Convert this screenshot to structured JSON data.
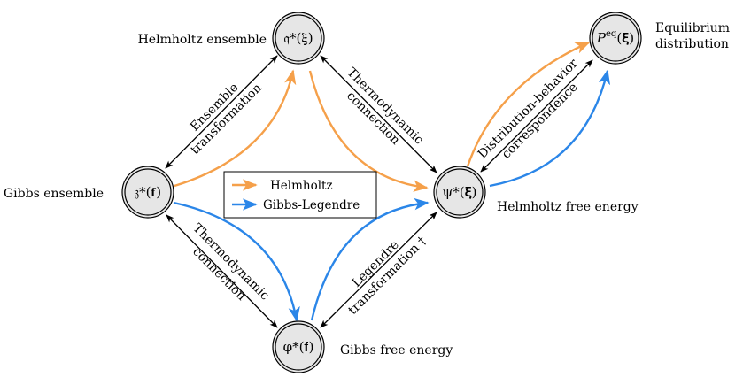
{
  "colors": {
    "helmholtz": "#F5A04A",
    "gibbs_legendre": "#2B86E8",
    "black": "#000000",
    "node_fill": "#E6E6E6"
  },
  "nodes": {
    "q": {
      "symbol": "𝔮*(𝛏)",
      "label": "Helmholtz ensemble"
    },
    "z": {
      "symbol": "𝔷*(𝐟)",
      "label": "Gibbs ensemble"
    },
    "psi": {
      "symbol": "ψ*(𝛏)",
      "label": "Helmholtz free energy"
    },
    "phi": {
      "symbol": "φ*(𝐟)",
      "label": "Gibbs free energy"
    },
    "peq": {
      "symbol_main": "P",
      "symbol_sup": "eq",
      "symbol_tail": "(𝛏)",
      "label_line1": "Equilibrium",
      "label_line2": "distribution"
    }
  },
  "edges": {
    "z_q": {
      "line1": "Ensemble",
      "line2": "transformation"
    },
    "q_psi": {
      "line1": "Thermodynamic",
      "line2": "connection"
    },
    "z_phi": {
      "line1": "Thermodynamic",
      "line2": "connection"
    },
    "phi_psi": {
      "line1": "Legendre",
      "line2": "transformation †"
    },
    "psi_peq": {
      "line1": "Distribution-behavior",
      "line2": "correspondence"
    }
  },
  "legend": {
    "items": [
      {
        "label": "Helmholtz",
        "color": "#F5A04A"
      },
      {
        "label": "Gibbs-Legendre",
        "color": "#2B86E8"
      }
    ]
  }
}
